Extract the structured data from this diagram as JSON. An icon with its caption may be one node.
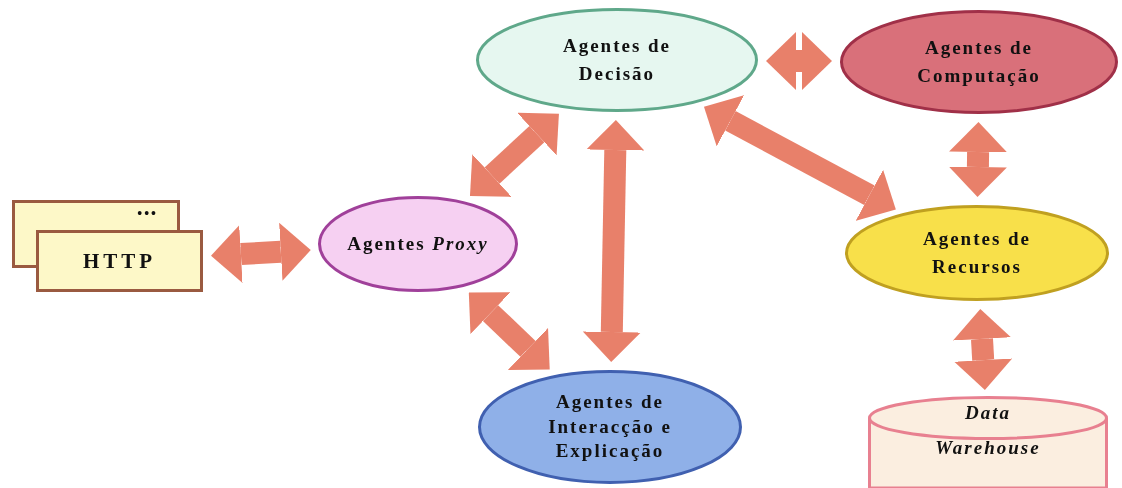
{
  "diagram": {
    "nodes": [
      {
        "text": [
          "•••"
        ]
      },
      {
        "text": [
          "HTTP"
        ]
      },
      {
        "text": [
          "Agentes *Proxy*"
        ]
      },
      {
        "text": [
          "Agentes de Decisão"
        ]
      },
      {
        "text": [
          "Agentes de Computação"
        ]
      },
      {
        "text": [
          "Agentes de Recursos"
        ]
      },
      {
        "text": [
          "Agentes de Interacção e Explicação"
        ]
      },
      {
        "text": [
          "Data",
          "Warehouse"
        ]
      }
    ],
    "edges": [
      {
        "from": 1,
        "to": 2,
        "arrow": "both"
      },
      {
        "from": 2,
        "to": 3,
        "arrow": "both"
      },
      {
        "from": 2,
        "to": 6,
        "arrow": "both"
      },
      {
        "from": 3,
        "to": 6,
        "arrow": "both"
      },
      {
        "from": 3,
        "to": 4,
        "arrow": "both"
      },
      {
        "from": 3,
        "to": 5,
        "arrow": "both"
      },
      {
        "from": 4,
        "to": 5,
        "arrow": "both"
      },
      {
        "from": 5,
        "to": 7,
        "arrow": "both"
      }
    ]
  }
}
